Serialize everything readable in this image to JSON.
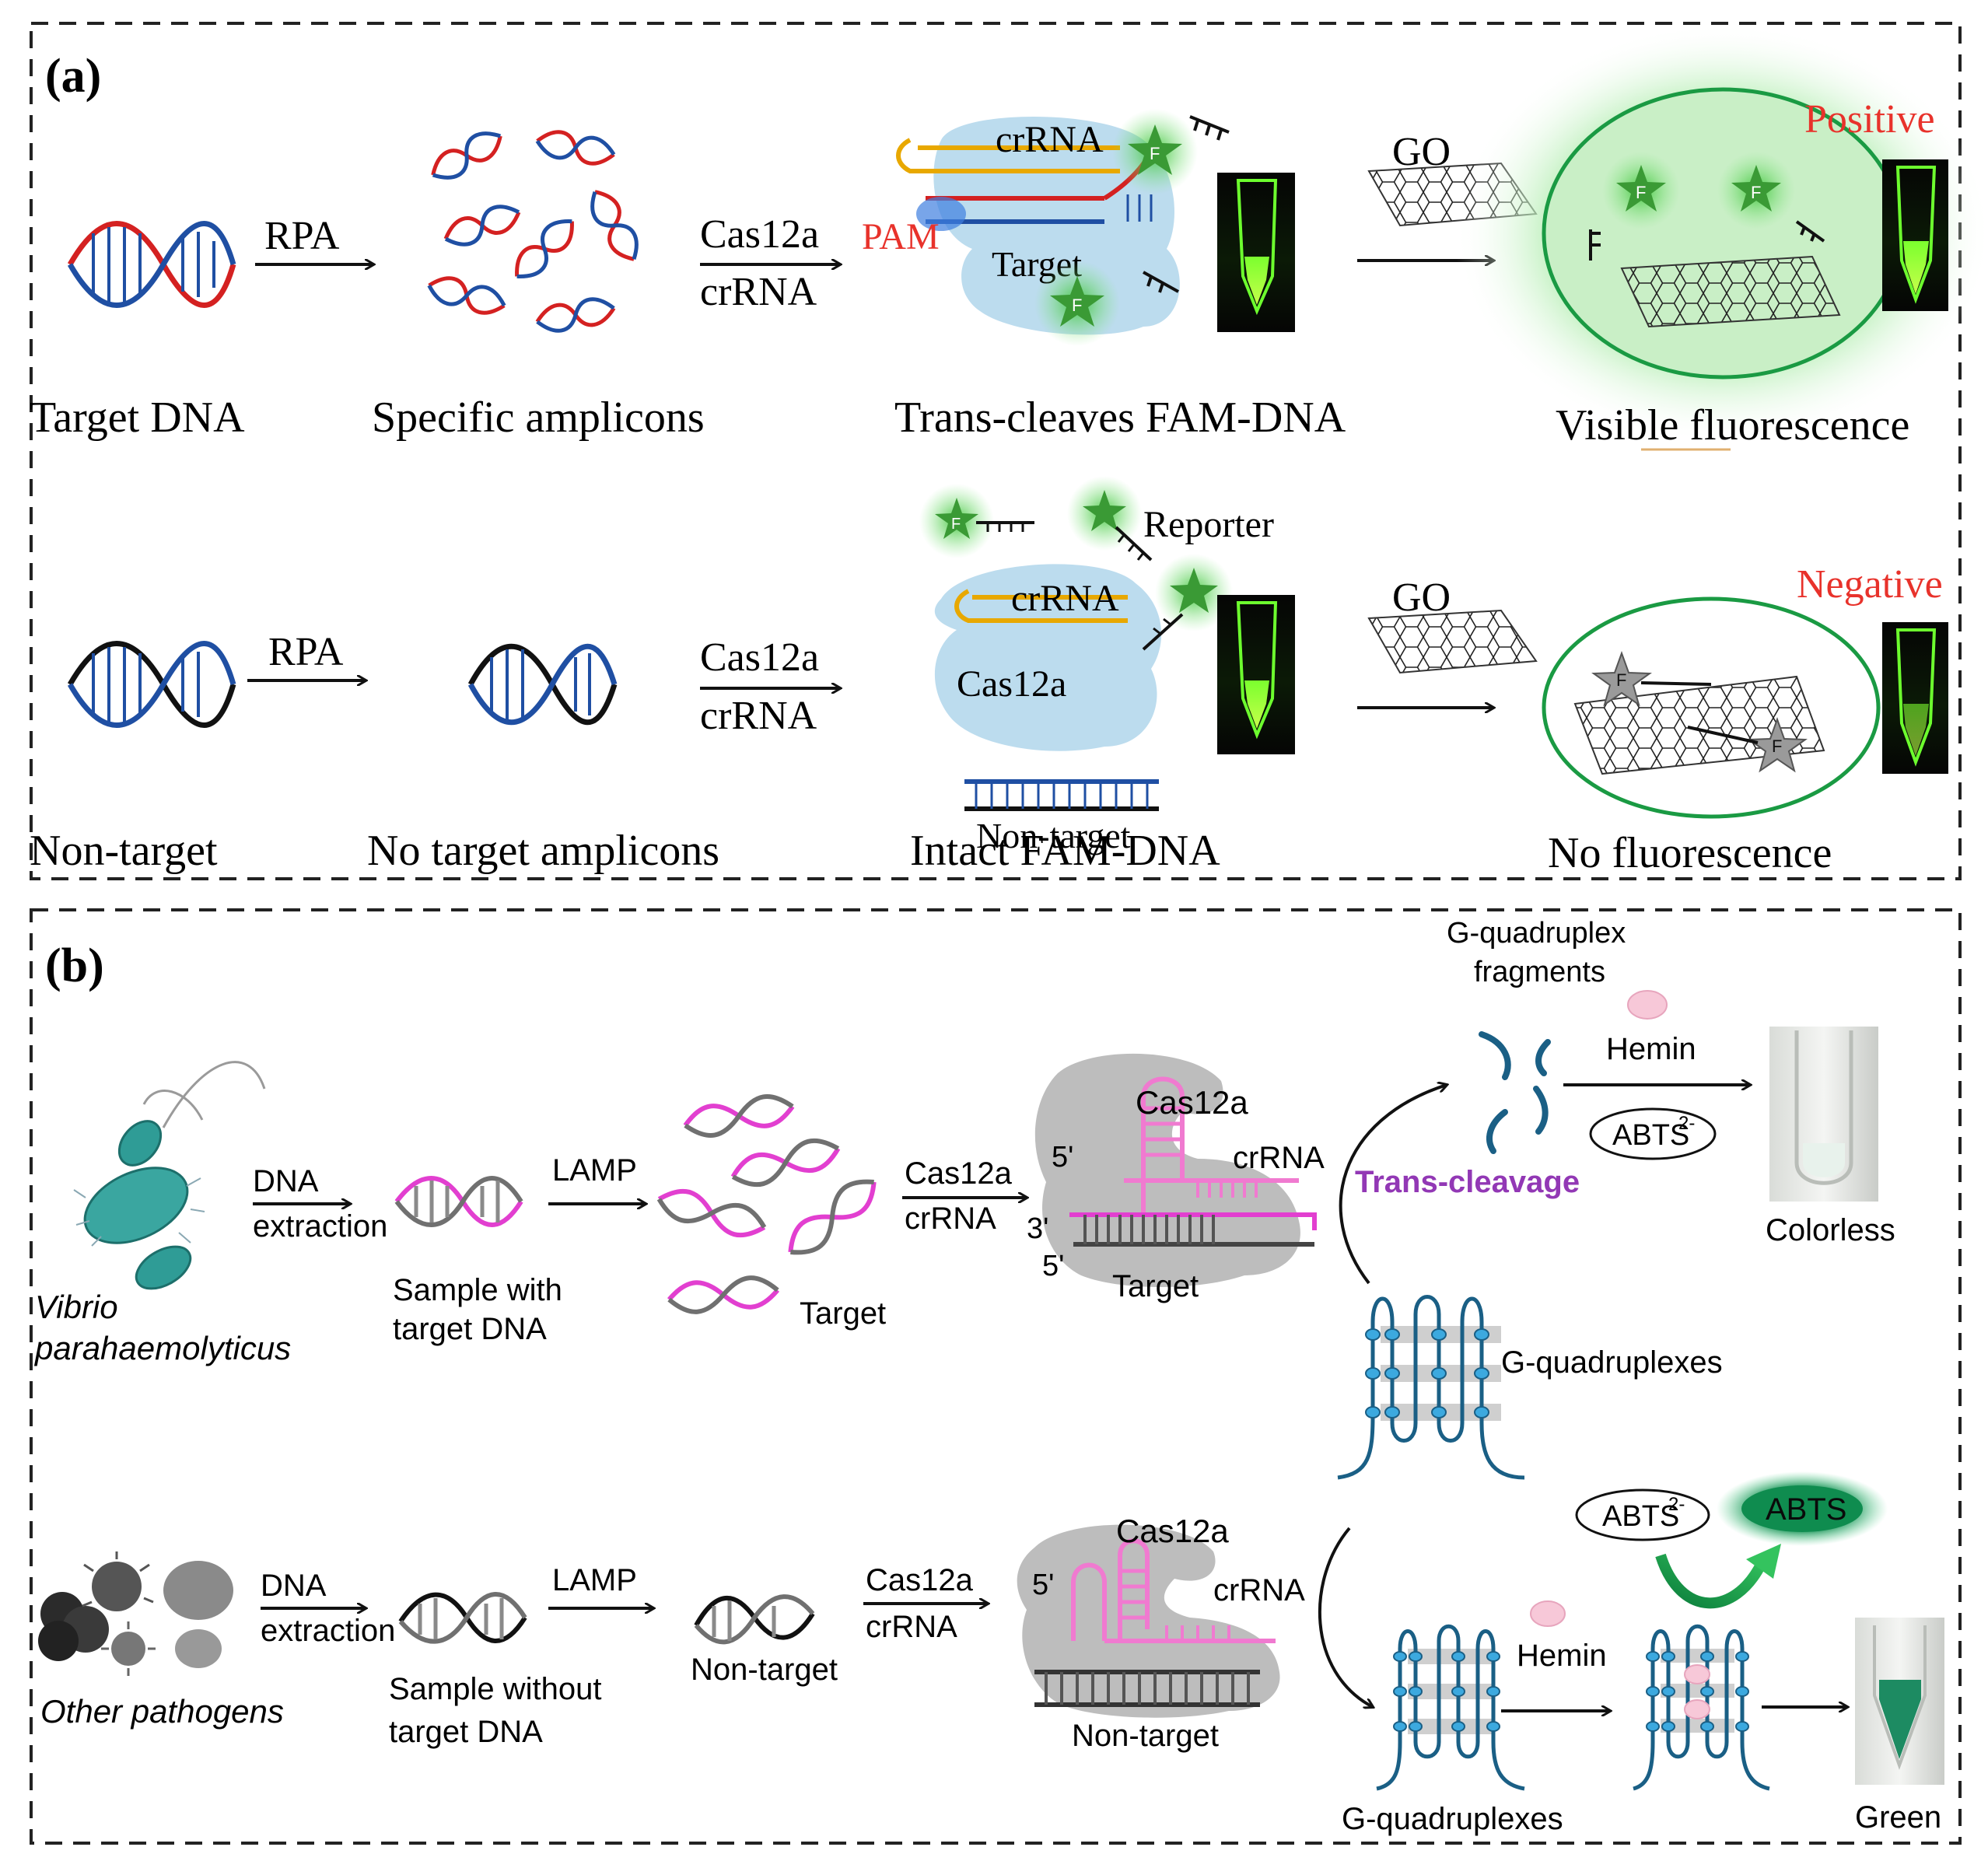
{
  "panel_a": {
    "label": "(a)",
    "top_row": {
      "step1_caption": "Target DNA",
      "arrow1_label": "RPA",
      "step2_caption": "Specific amplicons",
      "arrow2_label_top": "Cas12a",
      "arrow2_label_bottom": "crRNA",
      "crrna_label": "crRNA",
      "pam_label": "PAM",
      "target_label": "Target",
      "step3_caption": "Trans-cleaves FAM-DNA",
      "go_label": "GO",
      "result_label": "Positive",
      "step4_caption": "Visible fluorescence"
    },
    "bottom_row": {
      "step1_caption": "Non-target",
      "arrow1_label": "RPA",
      "step2_caption": "No target amplicons",
      "arrow2_label_top": "Cas12a",
      "arrow2_label_bottom": "crRNA",
      "reporter_label": "Reporter",
      "crrna_label": "crRNA",
      "cas_label": "Cas12a",
      "nontarget_label": "Non-target",
      "step3_caption": "Intact FAM-DNA",
      "go_label": "GO",
      "result_label": "Negative",
      "step4_caption": "No fluorescence"
    },
    "fluor_mark": "F"
  },
  "panel_b": {
    "label": "(b)",
    "top_row": {
      "organism_line1": "Vibrio",
      "organism_line2": "parahaemolyticus",
      "arrow1_top": "DNA",
      "arrow1_bottom": "extraction",
      "sample_line1": "Sample with",
      "sample_line2": "target DNA",
      "arrow2_label": "LAMP",
      "amplicon_label": "Target",
      "arrow3_top": "Cas12a",
      "arrow3_bottom": "crRNA",
      "cas_label": "Cas12a",
      "crrna_label": "crRNA",
      "five_prime_top": "5'",
      "three_prime": "3'",
      "five_prime_bottom": "5'",
      "complex_target_label": "Target",
      "fragments_line1": "G-quadruplex",
      "fragments_line2": "fragments",
      "trans_cleavage": "Trans-cleavage",
      "hemin_label": "Hemin",
      "abts_label": "ABTS",
      "abts_charge": "2-",
      "result_label": "Colorless",
      "gq_label": "G-quadruplexes"
    },
    "bottom_row": {
      "organism_label": "Other pathogens",
      "arrow1_top": "DNA",
      "arrow1_bottom": "extraction",
      "sample_line1": "Sample without",
      "sample_line2": "target DNA",
      "arrow2_label": "LAMP",
      "amplicon_label": "Non-target",
      "arrow3_top": "Cas12a",
      "arrow3_bottom": "crRNA",
      "cas_label": "Cas12a",
      "crrna_label": "crRNA",
      "five_prime": "5'",
      "complex_nontarget_label": "Non-target",
      "gq_label": "G-quadruplexes",
      "hemin_label": "Hemin",
      "abts_label": "ABTS",
      "abts_charge": "2-",
      "abts_ox_label": "ABTS",
      "result_label": "Green"
    }
  },
  "colors": {
    "dna_red": "#d42121",
    "dna_blue": "#1f4fa3",
    "dna_magenta": "#e23fd0",
    "dna_gray": "#707070",
    "cas_blue": "#bcdcee",
    "cas_gray": "#bdbdbd",
    "fluor_green": "#35d32c",
    "result_red": "#e8322b",
    "gq_teal": "#1a5f85",
    "gq_bead": "#3ca9df",
    "trans_purple": "#9238b5",
    "hemin_pink": "#f7c8d8",
    "abts_green": "#0d8a4d",
    "tube_green": "#1d8b62"
  }
}
